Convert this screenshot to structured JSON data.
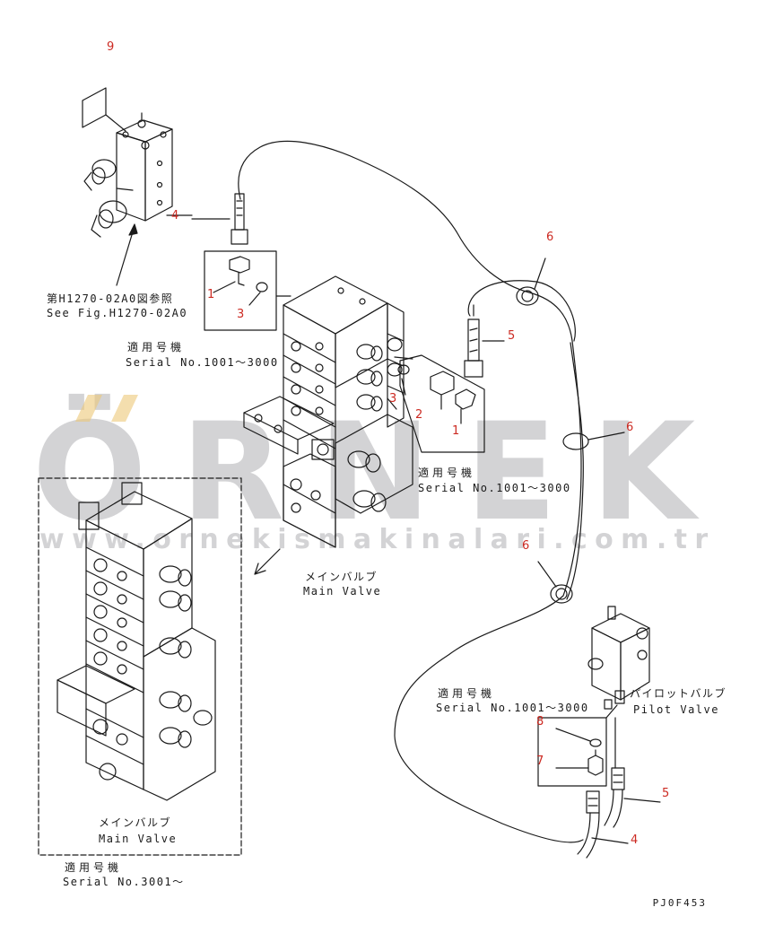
{
  "watermark": {
    "brand": "ÖRNEK",
    "url": "www.ornekismakinalari.com.tr"
  },
  "callouts": {
    "n9": "9",
    "n4a": "4",
    "n1a": "1",
    "n3a": "3",
    "n6a": "6",
    "n5a": "5",
    "n3b": "3",
    "n2b": "2",
    "n1b": "1",
    "n6b": "6",
    "n6c": "6",
    "n8": "8",
    "n7": "7",
    "n5b": "5",
    "n4b": "4"
  },
  "labels": {
    "ref_jp": "第H1270-02A0図参照",
    "ref_en": "See Fig.H1270-02A0",
    "serial_head_1": "適用号機",
    "serial_1": "Serial No.1001～3000",
    "serial_head_2": "適用号機",
    "serial_2": "Serial No.1001～3000",
    "main_valve_jp": "メインバルブ",
    "main_valve_en": "Main Valve",
    "serial_head_3": "適用号機",
    "serial_3": "Serial No.1001～3000",
    "pilot_jp": "パイロットバルブ",
    "pilot_en": "Pilot Valve",
    "inset_main_jp": "メインバルブ",
    "inset_main_en": "Main Valve",
    "serial_head_4": "適用号機",
    "serial_4": "Serial No.3001～",
    "drawing_code": "PJ0F453"
  }
}
